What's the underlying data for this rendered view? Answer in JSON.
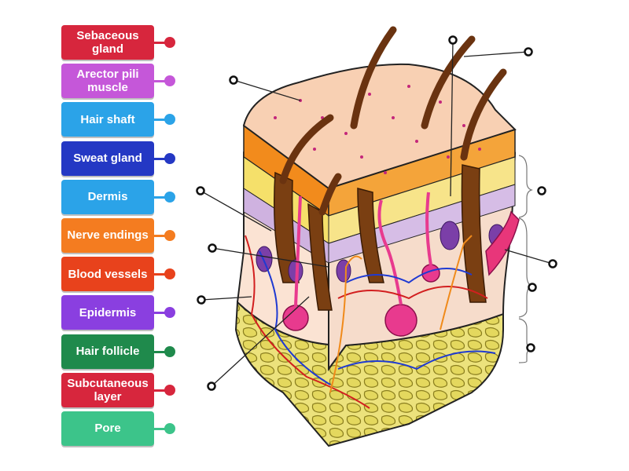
{
  "labels": [
    {
      "text": "Sebaceous gland",
      "color": "#d7263d"
    },
    {
      "text": "Arector pili muscle",
      "color": "#c557d9"
    },
    {
      "text": "Hair shaft",
      "color": "#2ba3e8"
    },
    {
      "text": "Sweat gland",
      "color": "#2438c4"
    },
    {
      "text": "Dermis",
      "color": "#2ba3e8"
    },
    {
      "text": "Nerve endings",
      "color": "#f47c20"
    },
    {
      "text": "Blood vessels",
      "color": "#e8421c"
    },
    {
      "text": "Epidermis",
      "color": "#8a3fe0"
    },
    {
      "text": "Hair follicle",
      "color": "#1f8a4c"
    },
    {
      "text": "Subcutaneous layer",
      "color": "#d7263d"
    },
    {
      "text": "Pore",
      "color": "#3cc48a"
    }
  ]
}
